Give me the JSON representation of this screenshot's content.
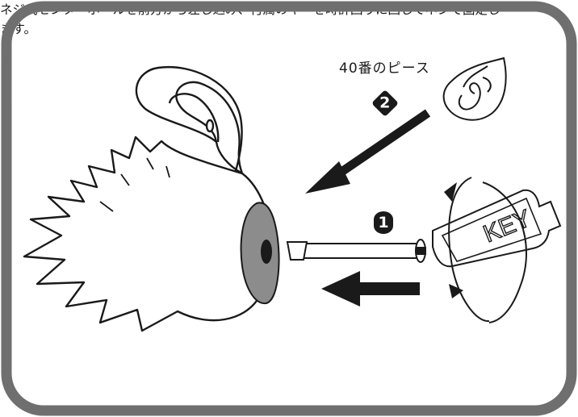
{
  "labels": {
    "piece": "40番のピース",
    "step1": "1",
    "step2": "2",
    "key_text": "KEY"
  },
  "caption": "ネジ式センターポールを前方から差し込み、付属のキーを時計回りに回してネジで固定します。",
  "colors": {
    "frame": "#6f6f6f",
    "ink": "#1a1a1a",
    "hole_fill": "#8c8c8c",
    "background": "#ffffff"
  }
}
